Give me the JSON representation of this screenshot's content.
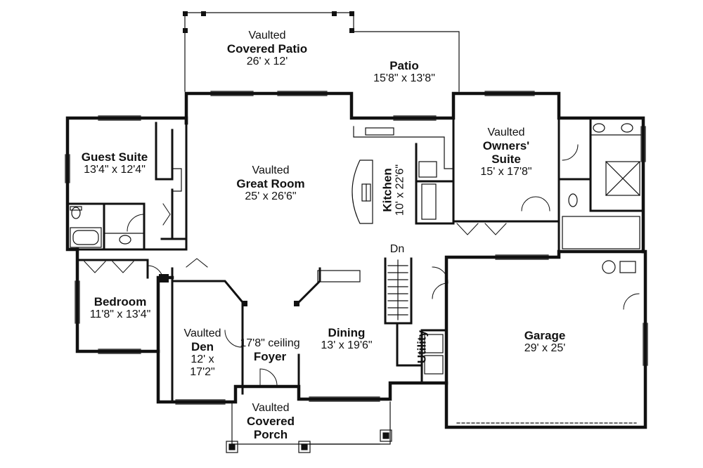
{
  "rooms": {
    "covered_patio": {
      "l1": "Vaulted",
      "name": "Covered Patio",
      "size": "26' x 12'"
    },
    "patio": {
      "name": "Patio",
      "size": "15'8\" x 13'8\""
    },
    "guest_suite": {
      "name": "Guest Suite",
      "size": "13'4\" x 12'4\""
    },
    "great_room": {
      "l1": "Vaulted",
      "name": "Great Room",
      "size": "25' x 26'6\""
    },
    "kitchen": {
      "name": "Kitchen",
      "size": "10' x 22'6\""
    },
    "owners_suite": {
      "l1": "Vaulted",
      "name1": "Owners'",
      "name2": "Suite",
      "size": "15' x 17'8\""
    },
    "bedroom": {
      "name": "Bedroom",
      "size": "11'8\" x 13'4\""
    },
    "den": {
      "l1": "Vaulted",
      "name": "Den",
      "size1": "12' x",
      "size2": "17'2\""
    },
    "foyer": {
      "l1": "17'8\" ceiling",
      "name": "Foyer"
    },
    "dining": {
      "name": "Dining",
      "size": "13' x 19'6\""
    },
    "utility": {
      "name": "Utility"
    },
    "garage": {
      "name": "Garage",
      "size": "29' x 25'"
    },
    "porch": {
      "l1": "Vaulted",
      "name1": "Covered",
      "name2": "Porch"
    },
    "stairs": {
      "label": "Dn"
    }
  },
  "colors": {
    "wall": "#111111",
    "thin": "#222222",
    "background": "#ffffff"
  }
}
